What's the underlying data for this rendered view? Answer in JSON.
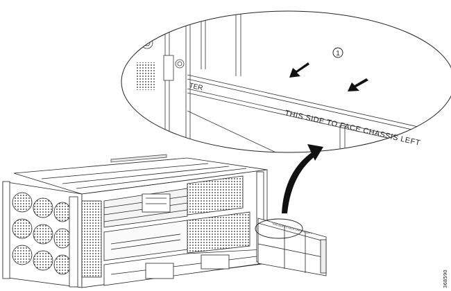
{
  "callout": {
    "number": "1"
  },
  "panel_text": {
    "main": "THIS SIDE TO FACE CHASSIS LEFT",
    "fragment": "TER",
    "mini": "THIS SIDE TO FACE CHASSIS LEFT"
  },
  "figure_id": "368590",
  "colors": {
    "line": "#222222",
    "fill": "#ffffff",
    "shade": "#d9d9d9",
    "arrow": "#111111"
  }
}
